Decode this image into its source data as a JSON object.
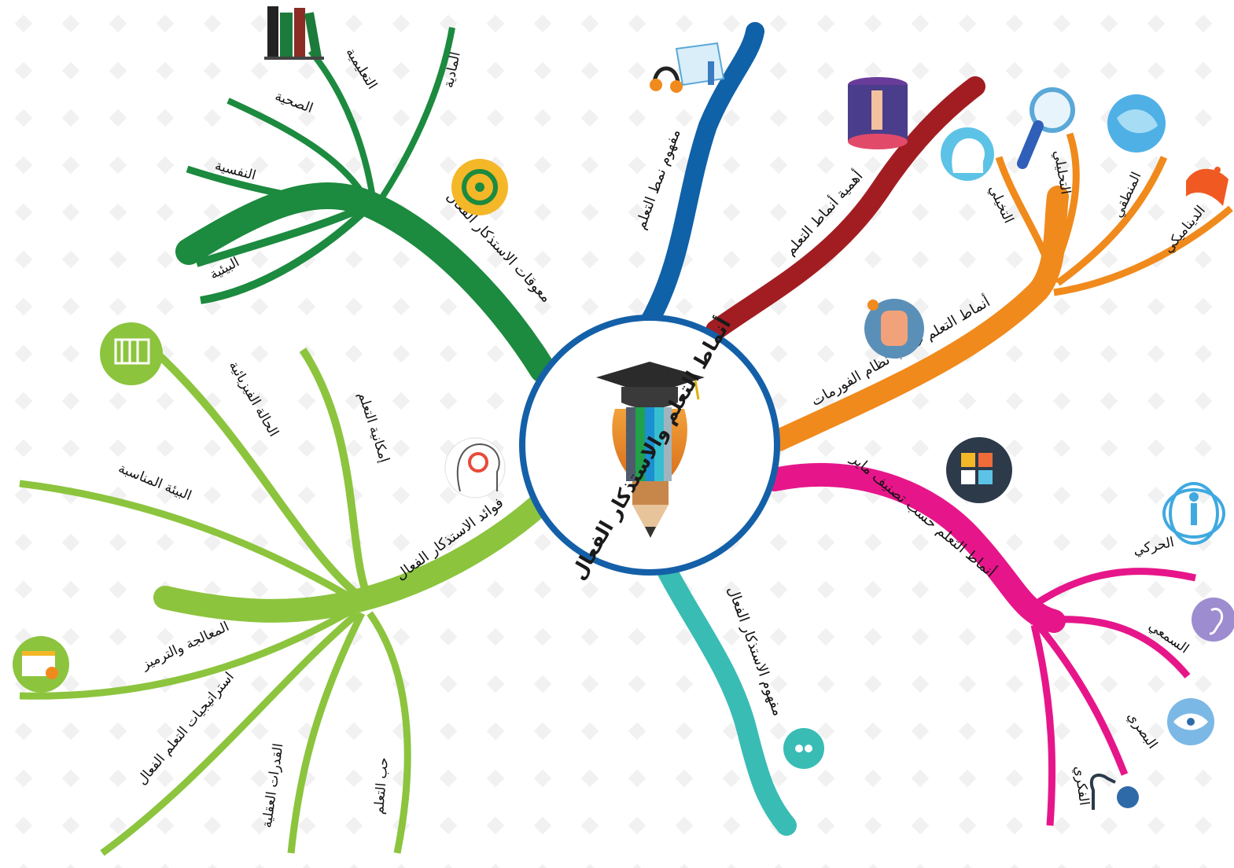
{
  "center": {
    "title": "أنماط التعلم والاستذكار الفعال"
  },
  "colors": {
    "green_dark": "#1c8a3f",
    "green_light": "#8cc43e",
    "blue": "#0f61a8",
    "red": "#a21d22",
    "orange": "#f08a1c",
    "pink": "#e6168a",
    "teal": "#39bcb4",
    "ring": "#1460a8"
  },
  "branches": {
    "obstacles": {
      "label": "معوقات الاستذكار الفعال",
      "icon": "gear-icon",
      "children": [
        "المادية",
        "التعليمية",
        "الصحية",
        "النفسية",
        "البيئية"
      ],
      "child_icons": [
        "books-icon"
      ]
    },
    "benefits": {
      "label": "فوائد الاستذكار الفعال",
      "icon": "head-gear-icon",
      "children": [
        "إمكانية التعلم",
        "الحالة الفيزيائية",
        "البيئة المناسبة",
        "المعالجة والترميز",
        "استراتيجيات التعلم الفعال",
        "القدرات العقلية",
        "حب التعلم"
      ],
      "child_icons": [
        "machine-icon",
        "browser-settings-icon"
      ]
    },
    "concept_style": {
      "label": "مفهوم نمط التعلم",
      "icon": "headphones-book-icon"
    },
    "importance": {
      "label": "أهمية أنماط التعلم",
      "icon": "virtual-reality-icon"
    },
    "formats": {
      "label": "أنماط التعلم حسب نظام الفورمات",
      "icon": "raised-hand-icon",
      "children": [
        "التخيلي",
        "التحليلي",
        "المنطقي",
        "الديناميكي"
      ],
      "child_icons": [
        "brain-head-icon",
        "magnifier-icon",
        "globe-icon",
        "dynamic-icon"
      ]
    },
    "mayer": {
      "label": "أنماط التعلم حسب تصنيف ماير",
      "icon": "puzzle-icon",
      "children": [
        "الحركي",
        "السمعي",
        "البصري",
        "الفكري"
      ],
      "child_icons": [
        "human-figure-icon",
        "ear-icon",
        "eye-icon",
        "thinking-head-icon"
      ]
    },
    "concept_study": {
      "label": "مفهوم الاستذكار الفعال",
      "icon": "quote-bubble-icon"
    }
  }
}
